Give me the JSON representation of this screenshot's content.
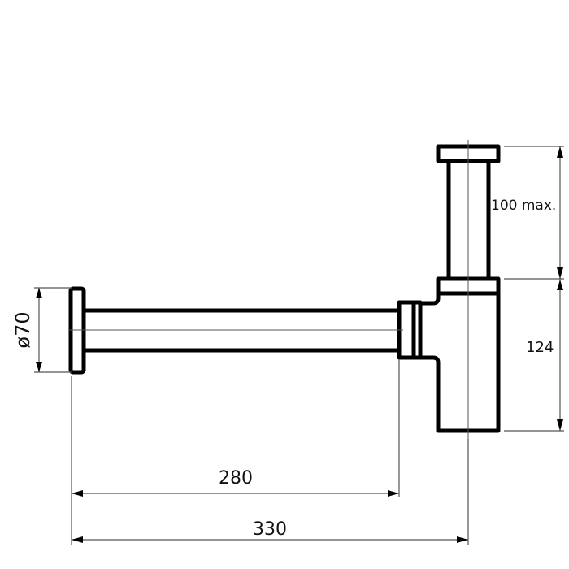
{
  "drawing": {
    "subject": "bottle trap siphon technical drawing",
    "line_color": "#000000",
    "background": "#ffffff"
  },
  "dimensions": {
    "diameter": {
      "label": "ø70",
      "orientation": "vertical"
    },
    "stem_height": {
      "label": "100 max.",
      "orientation": "vertical"
    },
    "body_height": {
      "label": "124",
      "orientation": "vertical"
    },
    "pipe_length": {
      "label": "280",
      "orientation": "horizontal"
    },
    "overall_length": {
      "label": "330",
      "orientation": "horizontal"
    }
  }
}
